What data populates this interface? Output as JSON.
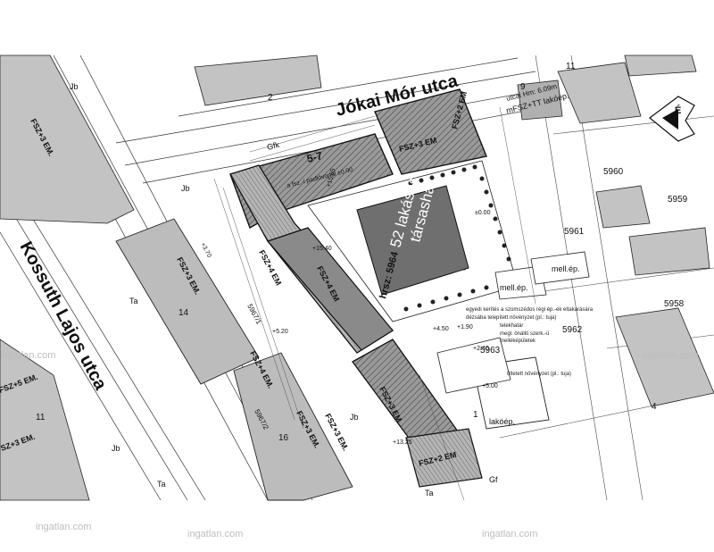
{
  "streets": {
    "north": "Jókai Mór utca",
    "west": "Kossuth Lajos utca"
  },
  "project": {
    "line1": "52 lakásos",
    "line2": "társasház",
    "lot": "hrsz: 5964"
  },
  "parcels": [
    "2",
    "11",
    "5960",
    "5959",
    "5961",
    "5958",
    "5962",
    "5963",
    "14",
    "16",
    "4",
    "9",
    "1",
    "11",
    "5967/1",
    "5967/2",
    "5-7"
  ],
  "floors": [
    "FSZ+3 EM",
    "FSZ+2 EM",
    "FSZ+4 EM",
    "FSZ+4 EM",
    "FSZ+3 EM",
    "FSZ+2 EM",
    "FSZ+3 EM.",
    "FSZ+3 EM.",
    "FSZ+4 EM.",
    "FSZ+3 EM.",
    "FSZ+3 EM.",
    "FSZ+5 EM.",
    "SZ+3 EM."
  ],
  "notes": {
    "meglevo": "mFSZ+TT lakóép.",
    "meglevo_h": "utcai Hm: 6.09m",
    "meil1": "mell.ép.",
    "meil2": "mell.ép.",
    "lakoep": "lakóép.",
    "padlo": "a fsz.-i padlóvonal ±0.00",
    "fence1": "egyedi kerítés a szomszédos régi ép.-ek eltakarására",
    "fence2": "dézsába telepített növényzet (pl.: tuja)",
    "telek": "telekhatár",
    "megl": "megl. önálló szerk.-ü",
    "mellek": "melléképületek",
    "ultetett": "ültetett növényzet (pl.: tuja)",
    "gfk": "Gfk",
    "gf": "Gf"
  },
  "labels": {
    "ta1": "Ta",
    "ta2": "Ta",
    "ta3": "Ta",
    "jb1": "Jb",
    "jb2": "Jb",
    "jb3": "Jb",
    "jb4": "Jb",
    "elev1": "+15.40",
    "elev2": "+13.25",
    "elev3": "+5.20",
    "elev4": "+4.50",
    "elev5": "+2.40",
    "elev6": "+5.00",
    "elev7": "+3.70",
    "elev8": "+15.85",
    "elev9": "±0.00",
    "elev10": "+1.90"
  },
  "watermark": "ingatlan.com",
  "compass": "É",
  "colors": {
    "line": "#1a1a1a",
    "building_fill": "#bdbdbd",
    "dark_fill": "#6e6e6e",
    "project_fill": "#8f8f8f",
    "hatch": "#7a7a7a"
  }
}
